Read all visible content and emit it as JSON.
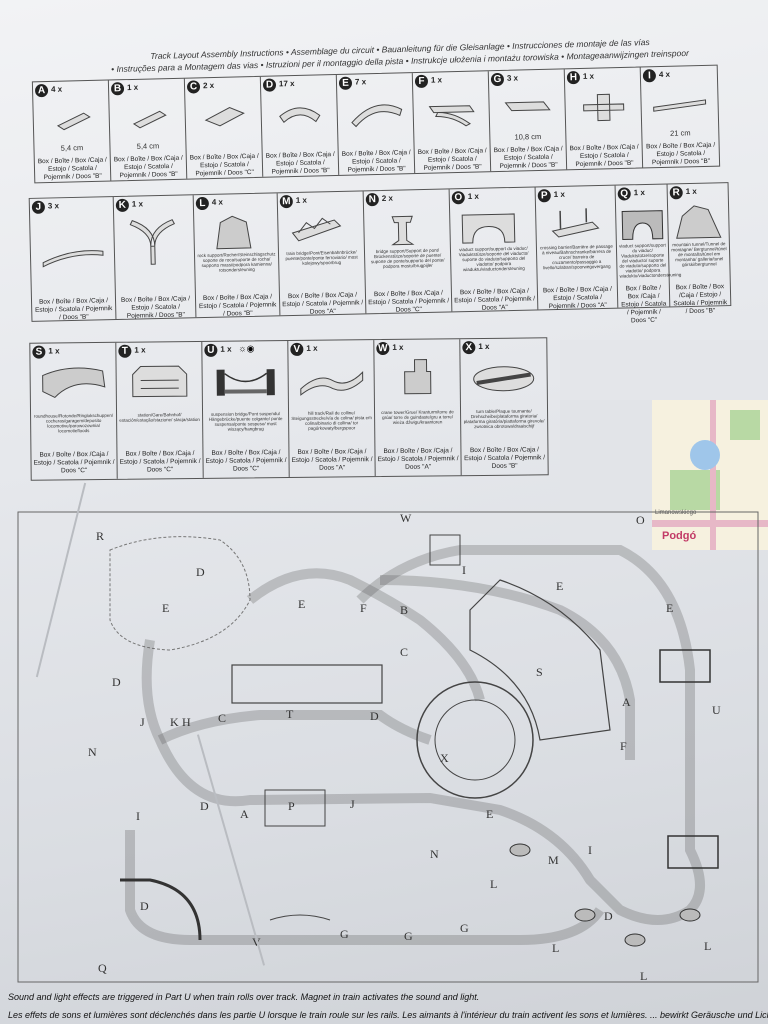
{
  "header": {
    "line1": "Track Layout Assembly Instructions • Assemblage du circuit • Bauanleitung für die Gleisanlage • Instrucciones de montaje de las vías",
    "line2": "• Instruções para a Montagem das vias • Istruzioni per il montaggio della pista • Instrukcje ułożenia i montażu torowiska • Montageaanwijzingen treinspoor"
  },
  "parts_row1": [
    {
      "letter": "A",
      "qty": "4 x",
      "dim": "5,4 cm",
      "box": "Box / Boîte / Box /Caja / Estojo / Scatola / Pojemnik / Doos \"B\""
    },
    {
      "letter": "B",
      "qty": "1 x",
      "dim": "5,4 cm",
      "box": "Box / Boîte / Box /Caja / Estojo / Scatola / Pojemnik / Doos \"B\""
    },
    {
      "letter": "C",
      "qty": "2 x",
      "dim": "",
      "box": "Box / Boîte / Box /Caja / Estojo / Scatola / Pojemnik / Doos \"C\""
    },
    {
      "letter": "D",
      "qty": "17 x",
      "dim": "",
      "box": "Box / Boîte / Box /Caja / Estojo / Scatola / Pojemnik / Doos \"B\""
    },
    {
      "letter": "E",
      "qty": "7 x",
      "dim": "",
      "box": "Box / Boîte / Box /Caja / Estojo / Scatola / Pojemnik / Doos \"B\""
    },
    {
      "letter": "F",
      "qty": "1 x",
      "dim": "",
      "box": "Box / Boîte / Box /Caja / Estojo / Scatola / Pojemnik / Doos \"B\""
    },
    {
      "letter": "G",
      "qty": "3 x",
      "dim": "10,8 cm",
      "box": "Box / Boîte / Box /Caja / Estojo / Scatola / Pojemnik / Doos \"B\""
    },
    {
      "letter": "H",
      "qty": "1 x",
      "dim": "",
      "box": "Box / Boîte / Box /Caja / Estojo / Scatola / Pojemnik / Doos \"B\""
    },
    {
      "letter": "I",
      "qty": "4 x",
      "dim": "21 cm",
      "box": "Box / Boîte / Box /Caja / Estojo / Scatola / Pojemnik / Doos \"B\""
    }
  ],
  "parts_row2": [
    {
      "letter": "J",
      "qty": "3 x",
      "desc": "",
      "box": "Box / Boîte / Box /Caja / Estojo / Scatola / Pojemnik / Doos \"B\""
    },
    {
      "letter": "K",
      "qty": "1 x",
      "desc": "",
      "box": "Box / Boîte / Box /Caja / Estojo / Scatola / Pojemnik / Doos \"B\""
    },
    {
      "letter": "L",
      "qty": "4 x",
      "desc": "rock support/Rocher/Steinschlagschutz soporte de roca/suporte de rocha/ supporto massi/podpora kamienna/ rotsondersteuning",
      "box": "Box / Boîte / Box /Caja / Estojo / Scatola / Pojemnik / Doos \"B\""
    },
    {
      "letter": "M",
      "qty": "1 x",
      "desc": "train bridge/Pont/Eisenbahnbrücke/ puente/ponte/ponte ferroviario/ most kolejowy/spoorbrug",
      "box": "Box / Boîte / Box /Caja / Estojo / Scatola / Pojemnik / Doos \"A\""
    },
    {
      "letter": "N",
      "qty": "2 x",
      "desc": "bridge support/Support de pont/ Brückenstütze/soporte de puente/ suporte de ponte/supporto del ponte/ podpora mostu/brugpijler",
      "box": "Box / Boîte / Box /Caja / Estojo / Scatola / Pojemnik / Doos \"C\""
    },
    {
      "letter": "O",
      "qty": "1 x",
      "desc": "viaduct support/support du viaduc/ Viaduktstütze/soporte del viaducto/ suporte do viaduto/supporto del viadotto/ podpora wiaduktu/viaductondersteuning",
      "box": "Box / Boîte / Box /Caja / Estojo / Scatola / Pojemnik / Doos \"A\""
    },
    {
      "letter": "P",
      "qty": "1 x",
      "desc": "crossing barrier/Barrière de passage à niveau/Bahnschranke/barrera de cruce/ barreira de cruzamento/passaggio a livello/szlaban/spoorwegovergang",
      "box": "Box / Boîte / Box /Caja / Estojo / Scatola / Pojemnik / Doos \"A\""
    },
    {
      "letter": "Q",
      "qty": "1 x",
      "desc": "viaduct support/support du viaduc/ Viaduktstütze/soporte del viaducto/ suporte do viaduto/supporto del viadotto/ podpora wiaduktu/viaductondersteuning",
      "box": "Box / Boîte / Box /Caja / Estojo / Scatola / Pojemnik / Doos \"C\""
    },
    {
      "letter": "R",
      "qty": "1 x",
      "desc": "mountain tunnel/Tunnel de montagne/ Bergtunnel/túnel de montaña/túnel em montanha/ galleria/tunel górski/bergtunnel",
      "box": "Box / Boîte / Box /Caja / Estojo / Scatola / Pojemnik / Doos \"B\""
    }
  ],
  "parts_row3": [
    {
      "letter": "S",
      "qty": "1 x",
      "desc": "roundhouse/Rotonde/Ringlokschuppen/ cocheras/garagem/deposito locomotive/parowozownia/ locomotiefloods",
      "box": "Box / Boîte / Box /Caja / Estojo / Scatola / Pojemnik / Doos \"C\""
    },
    {
      "letter": "T",
      "qty": "1 x",
      "desc": "station/Gare/Bahnhof/ estación/estação/stazione/ stacja/station",
      "box": "Box / Boîte / Box /Caja / Estojo / Scatola / Pojemnik / Doos \"C\""
    },
    {
      "letter": "U",
      "qty": "1 x",
      "desc": "suspension bridge/Pont suspendu/ Hängebrücke/puente colgante/ ponte suspensa/ponte sospeso/ most wiszący/hangbrug",
      "box": "Box / Boîte / Box /Caja / Estojo / Scatola / Pojemnik / Doos \"C\""
    },
    {
      "letter": "V",
      "qty": "1 x",
      "desc": "hill track/Rail de colline/ Steigungsstrecke/vía de colina/ pista em colina/binario di collina/ tor pagórkowaty/bergspoor",
      "box": "Box / Boîte / Box /Caja / Estojo / Scatola / Pojemnik / Doos \"A\""
    },
    {
      "letter": "W",
      "qty": "1 x",
      "desc": "crane tower/Grue/ Kranturm/torre de grúa/ torre de guindaste/gru a torre/ wieża dźwigu/kraantoren",
      "box": "Box / Boîte / Box /Caja / Estojo / Scatola / Pojemnik / Doos \"A\""
    },
    {
      "letter": "X",
      "qty": "1 x",
      "desc": "turn table/Plaque tournante/ Drehscheibe/plataforma giratoria/ plataforma giratória/piattaforma girevole/ zwrotnica obrotowa/draaischijf",
      "box": "Box / Boîte / Box /Caja / Estojo / Scatola / Pojemnik / Doos \"B\""
    }
  ],
  "layout_labels": {
    "W": "W",
    "O": "O",
    "R": "R",
    "U": "U",
    "N": "N",
    "Q": "Q",
    "V": "V",
    "T": "T",
    "P": "P",
    "S": "S",
    "X": "X",
    "M": "M",
    "K": "K",
    "H": "H",
    "J": "J",
    "A": "A",
    "B": "B",
    "C": "C",
    "D": "D",
    "E": "E",
    "F": "F",
    "G": "G",
    "I": "I",
    "L": "L"
  },
  "footer": {
    "note_en": "Sound and light effects are triggered in Part U when train rolls over track. Magnet in train activates the sound and light.",
    "note_fr": "Les effets de sons et lumières sont déclenchés dans les partie U lorsque le train roule sur les rails. Les aimants à l'intérieur du train activent les sons et lumières. ... bewirkt Geräusche und Licht."
  },
  "map_peek": {
    "city": "Podgó",
    "street": "Limanowskiego"
  }
}
